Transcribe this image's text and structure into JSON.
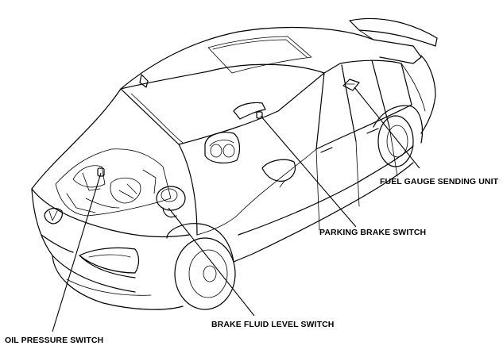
{
  "labels": {
    "fuel_gauge_sending_unit": "FUEL GAUGE SENDING UNIT",
    "parking_brake_switch": "PARKING BRAKE SWITCH",
    "brake_fluid_level_switch": "BRAKE FLUID LEVEL SWITCH",
    "oil_pressure_switch": "OIL PRESSURE SWITCH"
  }
}
